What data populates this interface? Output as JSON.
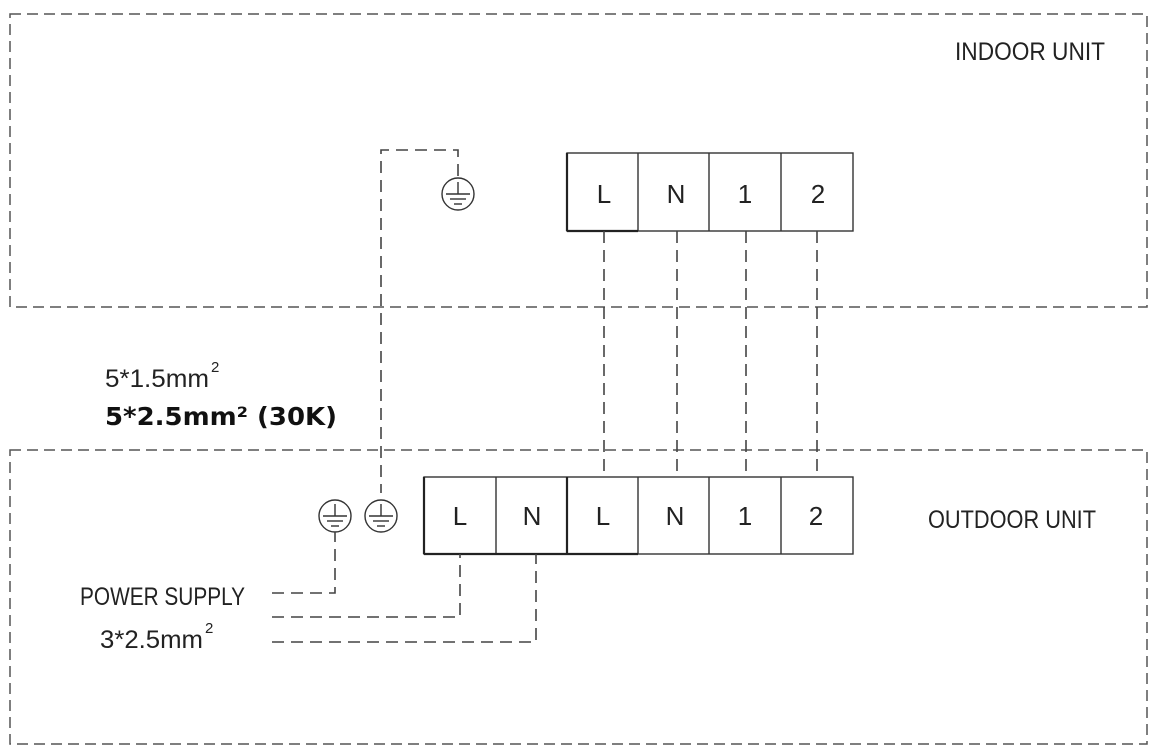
{
  "indoor_unit": {
    "label": "INDOOR UNIT",
    "terminals": [
      "L",
      "N",
      "1",
      "2"
    ]
  },
  "outdoor_unit": {
    "label": "OUTDOOR UNIT",
    "power_terminals": [
      "L",
      "N"
    ],
    "interconnect_terminals": [
      "L",
      "N",
      "1",
      "2"
    ]
  },
  "cable_spec": {
    "line1": "5*1.5mm",
    "line1_sup": "2",
    "line2": "5*2.5mm² (30K)"
  },
  "power_supply": {
    "label": "POWER SUPPLY",
    "spec": "3*2.5mm",
    "spec_sup": "2"
  },
  "icons": {
    "ground": "ground-icon"
  }
}
